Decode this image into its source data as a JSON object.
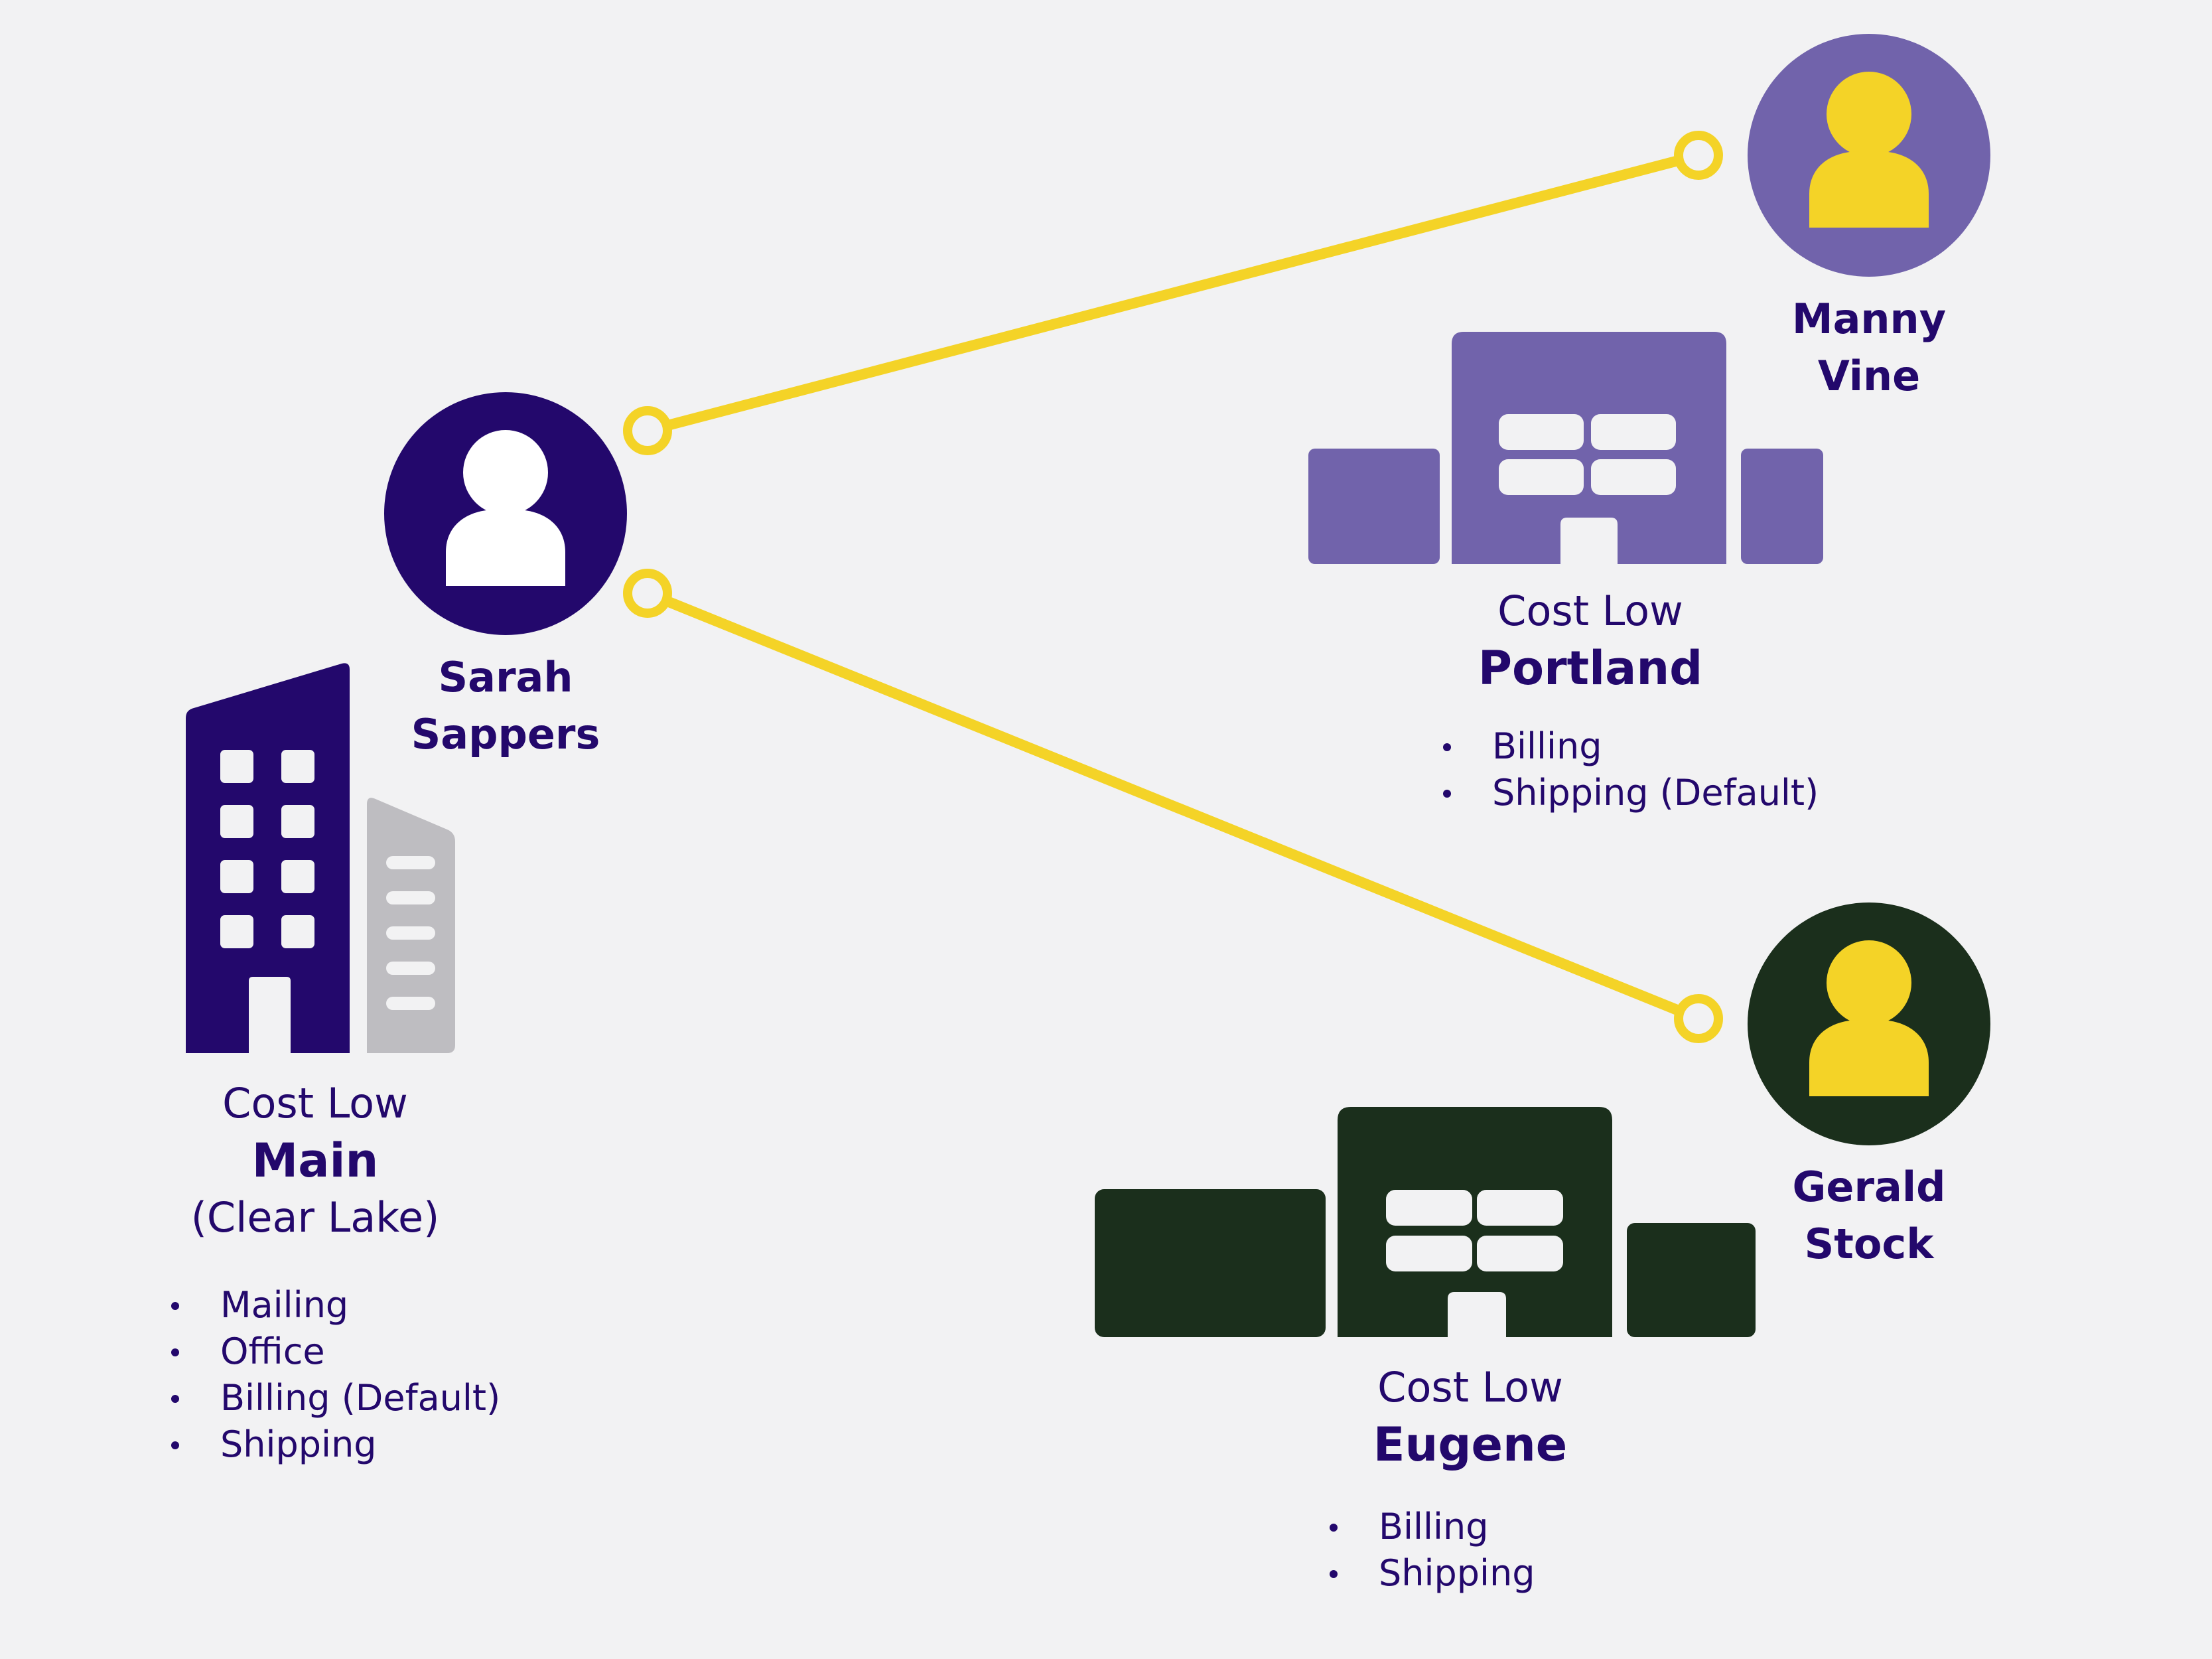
{
  "colors": {
    "background": "#f2f2f3",
    "text": "#23086c",
    "connector": "#f4d327",
    "main_building": "#23086c",
    "main_annex": "#bebdc1",
    "portland_building": "#7163ab",
    "eugene_building": "#1b2f1c",
    "avatar_icon_yellow": "#f4d327"
  },
  "people": {
    "sarah": {
      "first": "Sarah",
      "last": "Sappers",
      "circle_color": "#23086c",
      "icon_color": "#ffffff"
    },
    "manny": {
      "first": "Manny",
      "last": "Vine",
      "circle_color": "#7163ab",
      "icon_color": "#f4d327"
    },
    "gerald": {
      "first": "Gerald",
      "last": "Stock",
      "circle_color": "#1b2f1c",
      "icon_color": "#f4d327"
    }
  },
  "companies": {
    "main": {
      "line1": "Cost Low",
      "line2": "Main",
      "line3": "(Clear Lake)",
      "addresses": [
        "Mailing",
        "Office",
        "Billing (Default)",
        "Shipping"
      ]
    },
    "portland": {
      "line1": "Cost Low",
      "line2": "Portland",
      "addresses": [
        "Billing",
        "Shipping (Default)"
      ]
    },
    "eugene": {
      "line1": "Cost Low",
      "line2": "Eugene",
      "addresses": [
        "Billing",
        "Shipping"
      ]
    }
  },
  "icons": {
    "person": "person-avatar-icon",
    "office_tower": "office-tower-icon",
    "warehouse": "warehouse-building-icon"
  }
}
